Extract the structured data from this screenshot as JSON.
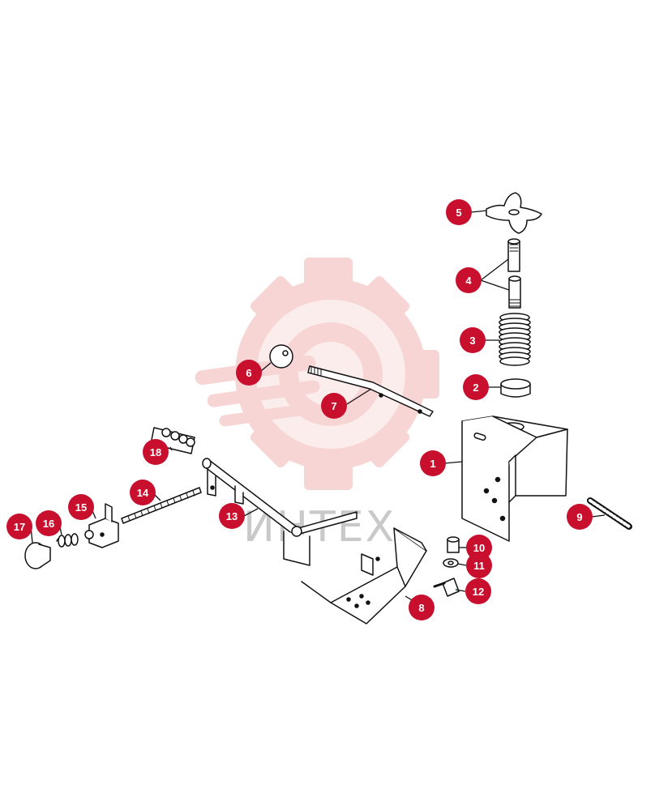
{
  "diagram": {
    "type": "exploded-parts-diagram",
    "watermark": {
      "text": "ИНТЕХ",
      "logo": "gear-logo",
      "color": "#f6b9b9"
    },
    "callout_color": "#c8102e",
    "callouts": [
      {
        "id": "callout-1",
        "label": "1"
      },
      {
        "id": "callout-2",
        "label": "2"
      },
      {
        "id": "callout-3",
        "label": "3"
      },
      {
        "id": "callout-4",
        "label": "4"
      },
      {
        "id": "callout-5",
        "label": "5"
      },
      {
        "id": "callout-6",
        "label": "6"
      },
      {
        "id": "callout-7",
        "label": "7"
      },
      {
        "id": "callout-8",
        "label": "8"
      },
      {
        "id": "callout-9",
        "label": "9"
      },
      {
        "id": "callout-10",
        "label": "10"
      },
      {
        "id": "callout-11",
        "label": "11"
      },
      {
        "id": "callout-12",
        "label": "12"
      },
      {
        "id": "callout-13",
        "label": "13"
      },
      {
        "id": "callout-14",
        "label": "14"
      },
      {
        "id": "callout-15",
        "label": "15"
      },
      {
        "id": "callout-16",
        "label": "16"
      },
      {
        "id": "callout-17",
        "label": "17"
      },
      {
        "id": "callout-18",
        "label": "18"
      }
    ]
  }
}
